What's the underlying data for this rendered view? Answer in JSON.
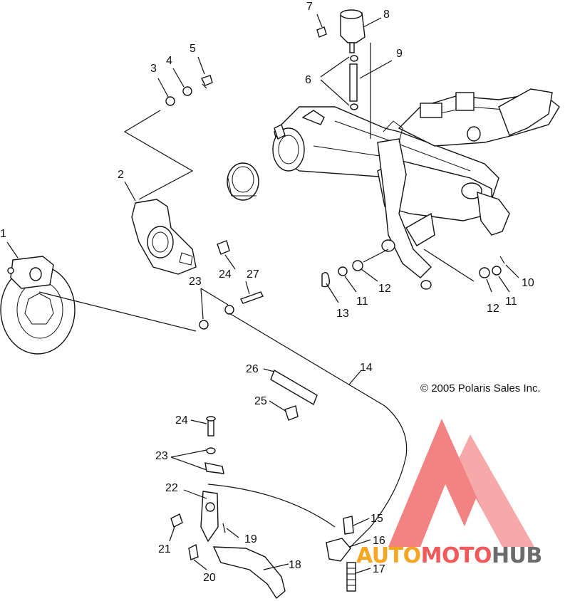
{
  "diagram": {
    "callouts": [
      {
        "id": "c1",
        "text": "1"
      },
      {
        "id": "c2",
        "text": "2"
      },
      {
        "id": "c3",
        "text": "3"
      },
      {
        "id": "c4",
        "text": "4"
      },
      {
        "id": "c5",
        "text": "5"
      },
      {
        "id": "c6",
        "text": "6"
      },
      {
        "id": "c7",
        "text": "7"
      },
      {
        "id": "c8",
        "text": "8"
      },
      {
        "id": "c9",
        "text": "9"
      },
      {
        "id": "c10",
        "text": "10"
      },
      {
        "id": "c11a",
        "text": "11"
      },
      {
        "id": "c11b",
        "text": "11"
      },
      {
        "id": "c12a",
        "text": "12"
      },
      {
        "id": "c12b",
        "text": "12"
      },
      {
        "id": "c13",
        "text": "13"
      },
      {
        "id": "c14",
        "text": "14"
      },
      {
        "id": "c15",
        "text": "15"
      },
      {
        "id": "c16",
        "text": "16"
      },
      {
        "id": "c17",
        "text": "17"
      },
      {
        "id": "c18",
        "text": "18"
      },
      {
        "id": "c19",
        "text": "19"
      },
      {
        "id": "c20",
        "text": "20"
      },
      {
        "id": "c21",
        "text": "21"
      },
      {
        "id": "c22",
        "text": "22"
      },
      {
        "id": "c23a",
        "text": "23"
      },
      {
        "id": "c23b",
        "text": "23"
      },
      {
        "id": "c24a",
        "text": "24"
      },
      {
        "id": "c24b",
        "text": "24"
      },
      {
        "id": "c25",
        "text": "25"
      },
      {
        "id": "c26",
        "text": "26"
      },
      {
        "id": "c27",
        "text": "27"
      }
    ],
    "copyright": "© 2005 Polaris Sales Inc.",
    "watermark": {
      "part1": "AUTO",
      "part2": "MOTO",
      "part3": "HUB",
      "color_red": "#f05a5a",
      "color_orange": "#f5a623",
      "color_gray": "#6b6b6b"
    }
  }
}
